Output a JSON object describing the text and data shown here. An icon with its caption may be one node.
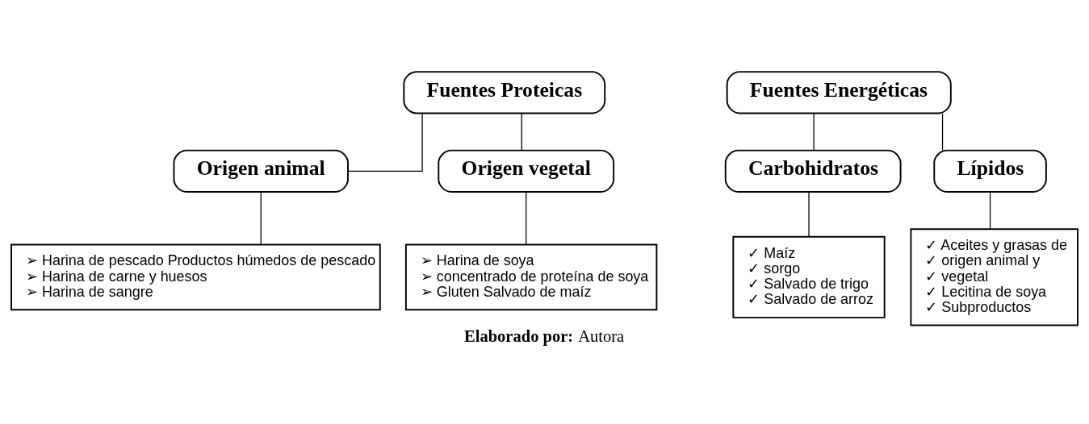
{
  "diagram": {
    "caption": "**Elaborado por:** Autora",
    "nodes": [
      {
        "text": [
          "Fuentes Proteicas"
        ]
      },
      {
        "text": [
          "Fuentes Energéticas"
        ]
      },
      {
        "text": [
          "Origen animal"
        ]
      },
      {
        "text": [
          "Origen vegetal"
        ]
      },
      {
        "text": [
          "Carbohidratos"
        ]
      },
      {
        "text": [
          "Lípidos"
        ]
      },
      {
        "text": [
          "➢ Harina de pescado Productos húmedos de pescado",
          "➢ Harina de carne y huesos",
          "➢ Harina de sangre"
        ]
      },
      {
        "text": [
          "➢ Harina de soya",
          "➢ concentrado de proteína de soya",
          "➢ Gluten Salvado de maíz"
        ]
      },
      {
        "text": [
          "✓ Maíz",
          "✓ sorgo",
          "✓ Salvado de trigo",
          "✓ Salvado de arroz"
        ]
      },
      {
        "text": [
          "✓ Aceites y grasas de",
          "✓ origen animal y",
          "✓ vegetal",
          "✓ Lecitina de soya",
          "✓ Subproductos"
        ]
      }
    ],
    "edges": [
      {
        "from": 0,
        "to": 2,
        "arrow": "none"
      },
      {
        "from": 0,
        "to": 3,
        "arrow": "none"
      },
      {
        "from": 1,
        "to": 4,
        "arrow": "none"
      },
      {
        "from": 1,
        "to": 5,
        "arrow": "none"
      },
      {
        "from": 2,
        "to": 6,
        "arrow": "none"
      },
      {
        "from": 3,
        "to": 7,
        "arrow": "none"
      },
      {
        "from": 4,
        "to": 8,
        "arrow": "none"
      },
      {
        "from": 5,
        "to": 9,
        "arrow": "none"
      }
    ]
  }
}
